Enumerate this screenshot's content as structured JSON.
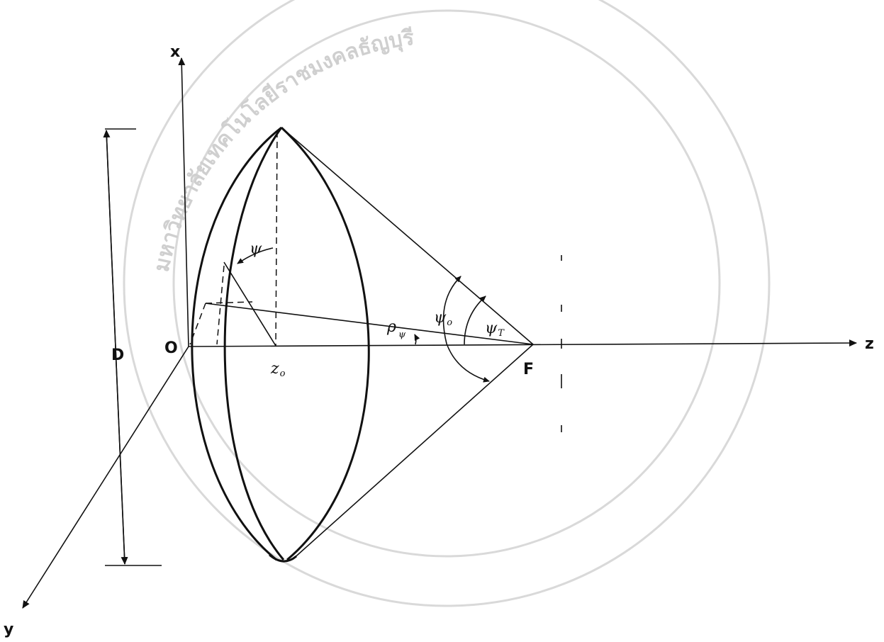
{
  "labels": {
    "x_axis": "x",
    "y_axis": "y",
    "z_axis": "z",
    "origin": "O",
    "diameter": "D",
    "focus": "F",
    "z0": "z",
    "z0_sub": "o",
    "psi": "ψ",
    "psi0": "ψ",
    "psi0_sub": "o",
    "psiT": "ψ",
    "psiT_sub": "T",
    "rho": "ρ",
    "rho_sub": "ψ"
  },
  "watermark": {
    "seal_text": "มหาวิทยาลัยเทคโนโลยีราชมงคลธัญบุรี"
  },
  "colors": {
    "ink": "#111111",
    "watermark": "#d9d9d9"
  }
}
